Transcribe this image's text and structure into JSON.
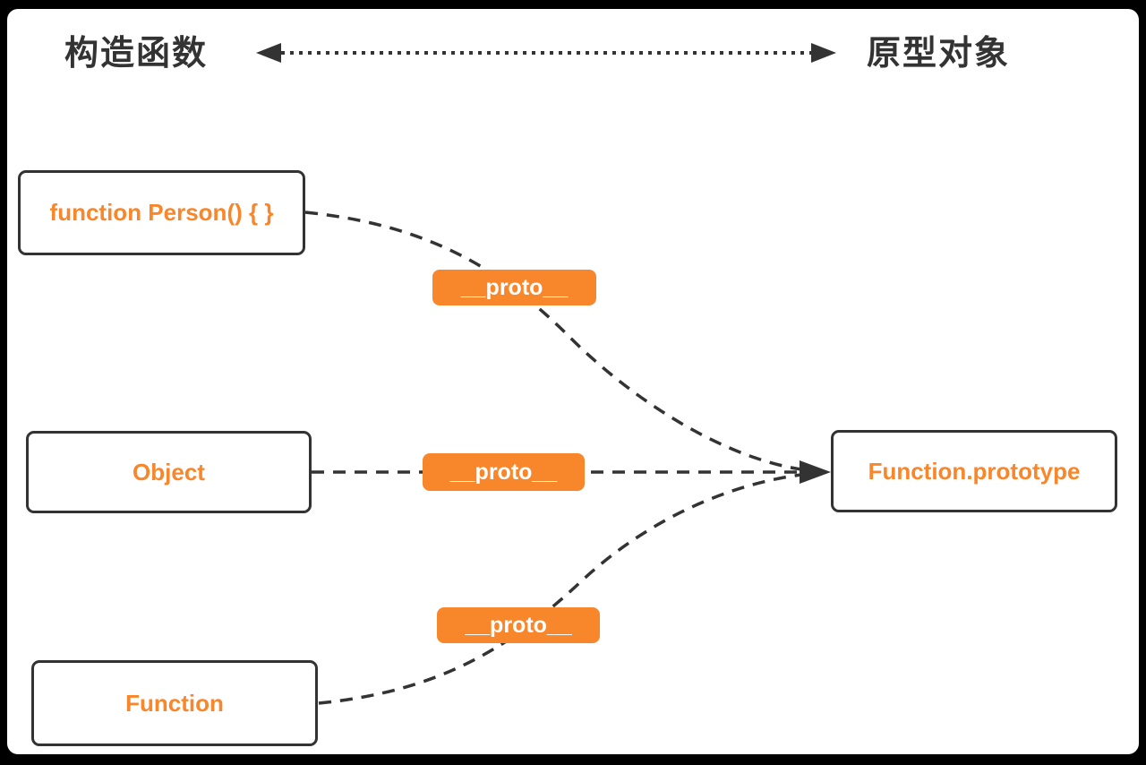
{
  "canvas": {
    "frame_color": "#000000",
    "background_color": "#ffffff"
  },
  "palette": {
    "accent_orange": "#F8862B",
    "line_dark": "#333333",
    "pill_text": "#ffffff",
    "title_text": "#333333"
  },
  "header": {
    "left_title": "构造函数",
    "right_title": "原型对象"
  },
  "boxes": [
    {
      "id": "person",
      "label": "function Person() { }"
    },
    {
      "id": "object",
      "label": "Object"
    },
    {
      "id": "function",
      "label": "Function"
    },
    {
      "id": "prototype",
      "label": "Function.prototype"
    }
  ],
  "edges": [
    {
      "from": "function Person() { }",
      "to": "Function.prototype",
      "label": "__proto__",
      "style": "dashed-curve"
    },
    {
      "from": "Object",
      "to": "Function.prototype",
      "label": "__proto__",
      "style": "dashed-straight"
    },
    {
      "from": "Function",
      "to": "Function.prototype",
      "label": "__proto__",
      "style": "dashed-curve"
    }
  ]
}
